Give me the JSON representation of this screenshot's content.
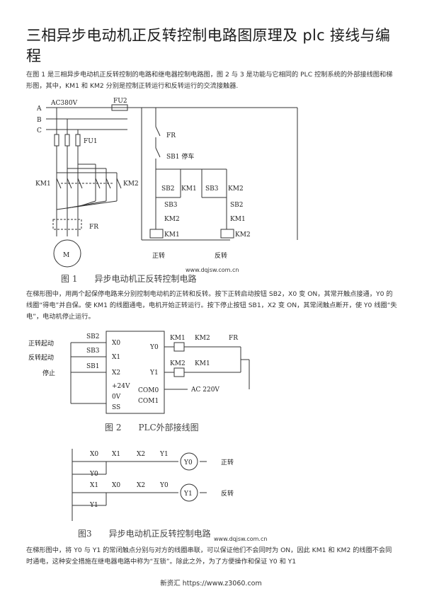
{
  "title": "三相异步电动机正反转控制电路图原理及 plc 接线与编程",
  "paragraphs": {
    "intro": "在图 1 是三相异步电动机正反转控制的电路和继电器控制电路图，图 2 与 3 是功能与它相同的 PLC 控制系统的外部接线图和梯形图，其中，KM1 和 KM2 分别是控制正转运行和反转运行的交流接触器.",
    "p2": "在梯形图中，用两个起保停电路来分别控制电动机的正转和反转。按下正转启动按钮 SB2，X0 变 ON，其常开触点接通，Y0 的线圈“得电”并自保。使 KM1 的线圈通电，电机开始正转运行。按下停止按钮 SB1，X2 变 ON，其常闭触点断开，使 Y0 线圈“失电”，电动机停止运行。",
    "p3": "在梯形图中，将 Y0 与 Y1 的常闭触点分别与对方的线圈串联，可以保证他们不会同时为 ON，因此 KM1 和 KM2 的线圈不会同时通电，这种安全措施在继电器电路中称为“互锁”。除此之外，为了方便操作和保证 Y0 和 Y1"
  },
  "figure1": {
    "caption": "图 1　　异步电动机正反转控制电路",
    "watermark": "www.dqjsw.com.cn",
    "labels": {
      "phase_a": "A",
      "phase_b": "B",
      "phase_c": "C",
      "supply": "AC380V",
      "fu2": "FU2",
      "fu1": "FU1",
      "km1_main": "KM1",
      "km2_main": "KM2",
      "fr_main": "FR",
      "motor": "M",
      "fr_ctrl": "FR",
      "sb1": "SB1 停车",
      "sb2_top": "SB2",
      "km1_hold": "KM1",
      "sb3_top": "SB3",
      "km2_hold": "KM2",
      "sb3_mid": "SB3",
      "sb2_mid": "SB2",
      "km2_lock": "KM2",
      "km1_lock": "KM1",
      "coil_km1": "KM1",
      "coil_km2": "KM2",
      "fwd": "正转",
      "rev": "反转"
    }
  },
  "figure2": {
    "caption": "图 2　　PLC外部接线图",
    "labels": {
      "fwd_start": "正转起动",
      "rev_start": "反转起动",
      "stop": "停止",
      "sb2": "SB2",
      "sb3": "SB3",
      "sb1": "SB1",
      "x0": "X0",
      "x1": "X1",
      "x2": "X2",
      "v24": "+24V",
      "v0": "0V",
      "ss": "SS",
      "y0": "Y0",
      "y1": "Y1",
      "com0": "COM0",
      "com1": "COM1",
      "km1_coil": "KM1",
      "km2_lock": "KM2",
      "km2_coil": "KM2",
      "km1_lock": "KM1",
      "fr": "FR",
      "ac220": "AC 220V"
    }
  },
  "figure3": {
    "caption": "图3　　异步电动机正反转控制电路",
    "watermark": "www.dqjsw.com.cn",
    "labels": {
      "r1_x0": "X0",
      "r1_x1": "X1",
      "r1_x2": "X2",
      "r1_y1": "Y1",
      "r1_coil": "Y0",
      "r1_seal": "Y0",
      "r1_text": "正转",
      "r2_x1": "X1",
      "r2_x0": "X0",
      "r2_x2": "X2",
      "r2_y0": "Y0",
      "r2_coil": "Y1",
      "r2_seal": "Y1",
      "r2_text": "反转"
    }
  },
  "footer": "新资汇 https://www.z3060.com"
}
